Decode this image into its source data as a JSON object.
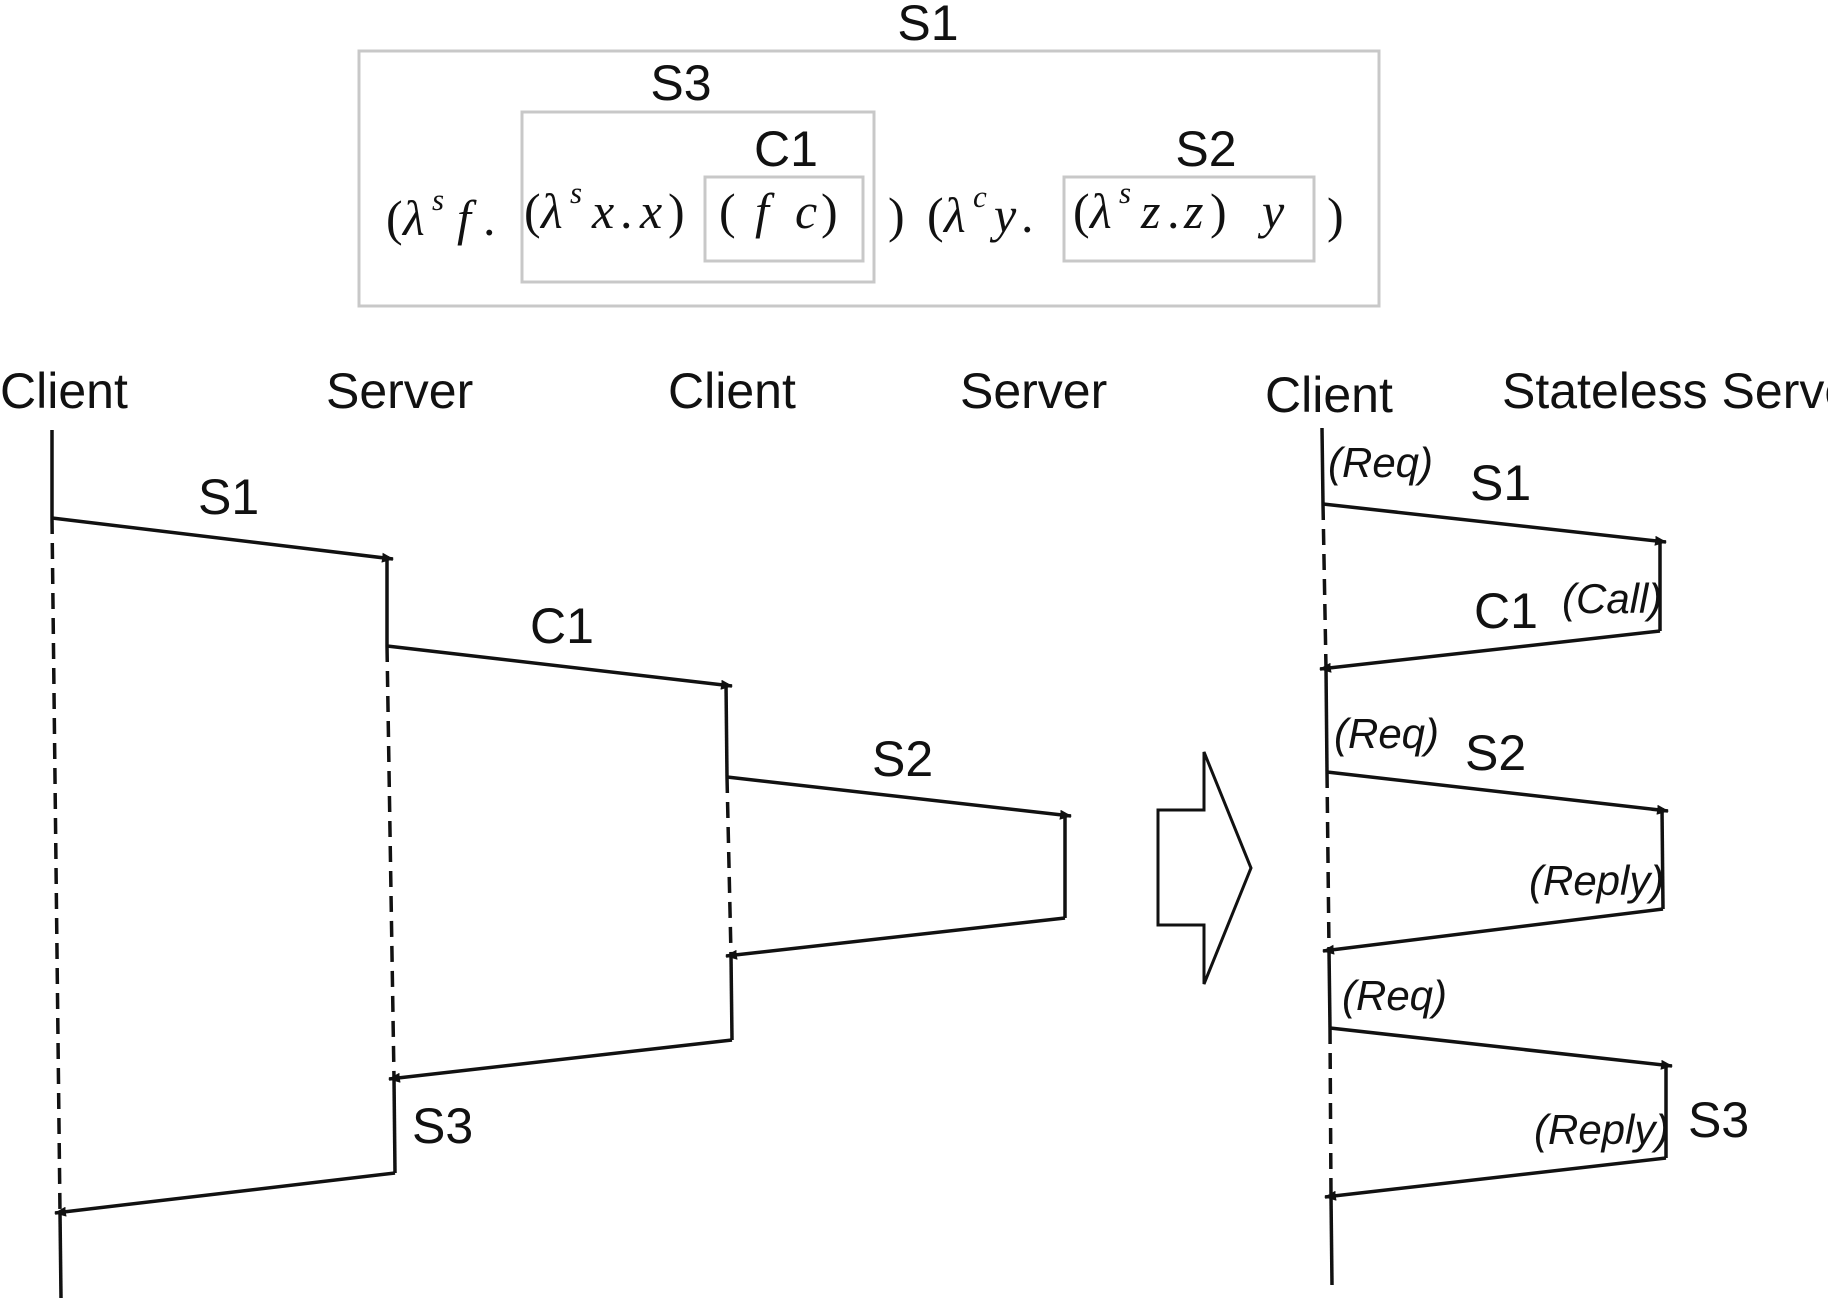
{
  "expression": {
    "box_labels": {
      "outer": "S1",
      "s3": "S3",
      "c1": "C1",
      "s2": "S2"
    },
    "terms": {
      "lambda": "λ",
      "open_paren": "(",
      "close_paren": ")",
      "dot": ".",
      "sup_s": "s",
      "sup_c": "c",
      "var_f": "f",
      "var_x": "x",
      "var_c": "c",
      "var_y": "y",
      "var_z": "z"
    }
  },
  "left_diagram": {
    "headers": [
      "Client",
      "Server",
      "Client",
      "Server"
    ],
    "messages": {
      "s1": "S1",
      "c1": "C1",
      "s2": "S2",
      "s3": "S3"
    }
  },
  "right_diagram": {
    "headers": {
      "client": "Client",
      "server": "Stateless Server"
    },
    "messages": {
      "s1": "S1",
      "c1": "C1",
      "s2": "S2",
      "s3": "S3"
    },
    "notes": {
      "req": "(Req)",
      "call": "(Call)",
      "reply": "(Reply)"
    }
  }
}
